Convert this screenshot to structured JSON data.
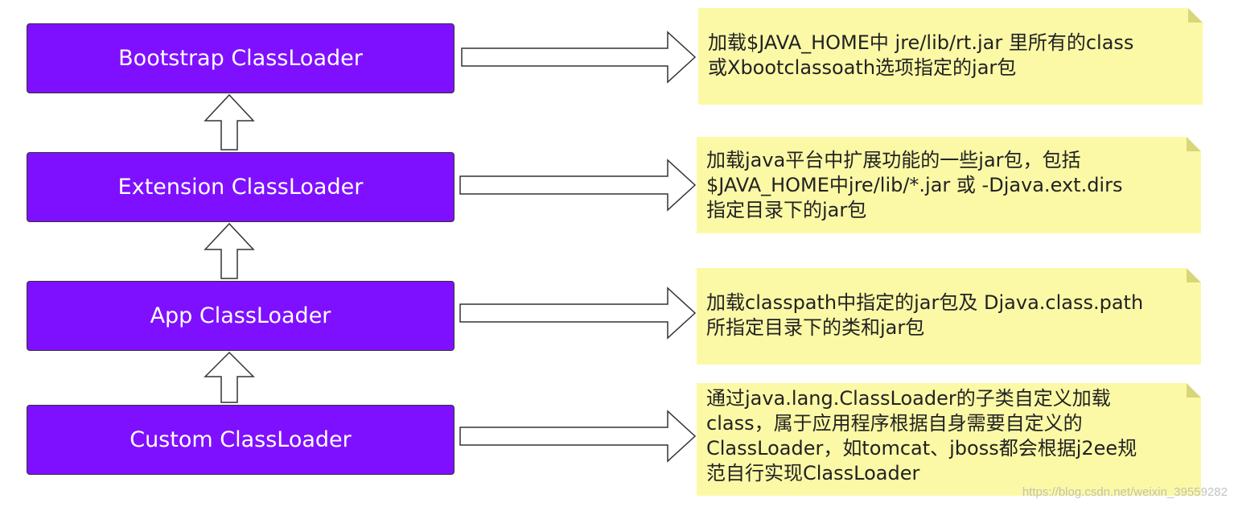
{
  "loaders": [
    {
      "label": "Bootstrap ClassLoader",
      "note": [
        "加载$JAVA_HOME中 jre/lib/rt.jar 里所有的class",
        "或Xbootclassoath选项指定的jar包"
      ]
    },
    {
      "label": "Extension ClassLoader",
      "note": [
        "加载java平台中扩展功能的一些jar包，包括",
        "$JAVA_HOME中jre/lib/*.jar 或 -Djava.ext.dirs",
        "指定目录下的jar包"
      ]
    },
    {
      "label": "App ClassLoader",
      "note": [
        "加载classpath中指定的jar包及 Djava.class.path",
        "所指定目录下的类和jar包"
      ]
    },
    {
      "label": "Custom ClassLoader",
      "note": [
        "通过java.lang.ClassLoader的子类自定义加载",
        "class，属于应用程序根据自身需要自定义的",
        "ClassLoader，如tomcat、jboss都会根据j2ee规",
        "范自行实现ClassLoader"
      ]
    }
  ],
  "watermark": "https://blog.csdn.net/weixin_39559282",
  "colors": {
    "box": "#7f10ff",
    "note": "#fbf9a6"
  }
}
